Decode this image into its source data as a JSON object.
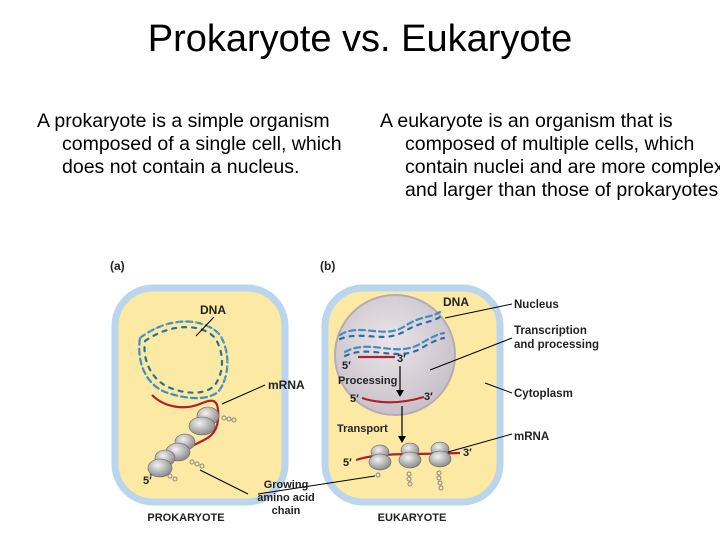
{
  "slide": {
    "title": "Prokaryote vs. Eukaryote",
    "left_text": "A prokaryote is a simple organism composed of a single cell, which does not contain a nucleus.",
    "right_text": "A eukaryote is an organism that is composed of multiple cells, which contain nuclei and are more complex and larger than those of prokaryotes."
  },
  "figure": {
    "panel_a": {
      "letter": "(a)",
      "dna": "DNA",
      "mrna": "mRNA",
      "five_prime": "5′",
      "growing1": "Growing",
      "growing2": "amino acid",
      "growing3": "chain",
      "caption": "PROKARYOTE"
    },
    "panel_b": {
      "letter": "(b)",
      "dna": "DNA",
      "nucleus": "Nucleus",
      "transcription1": "Transcription",
      "transcription2": "and processing",
      "five_prime_a": "5′",
      "three_prime_a": "3′",
      "processing": "Processing",
      "five_prime_b": "5′",
      "three_prime_b": "3′",
      "cytoplasm": "Cytoplasm",
      "transport": "Transport",
      "five_prime_c": "5′",
      "three_prime_c": "3′",
      "mrna": "mRNA",
      "caption": "EUKARYOTE"
    },
    "colors": {
      "cell_fill": "#fbe9a4",
      "cell_stroke": "#b9d6ee",
      "nucleus_fill": "#ddd7dd",
      "dna": "#3f8ec0",
      "mrna": "#b0202a",
      "ribosome": "#aaaaaa"
    }
  }
}
